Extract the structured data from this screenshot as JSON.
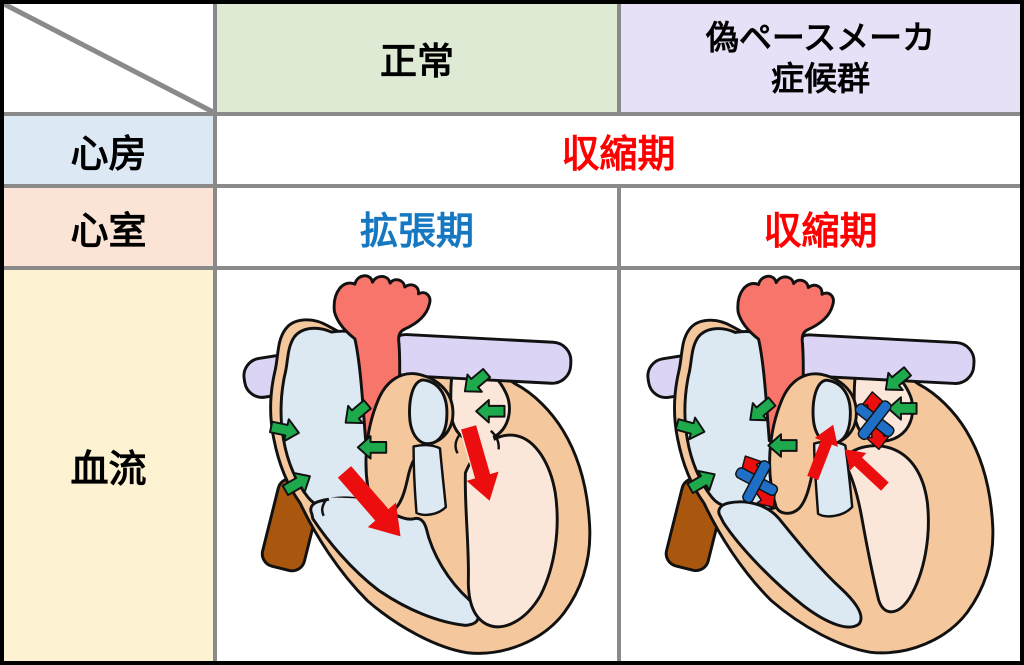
{
  "table": {
    "columns": {
      "normal": "正常",
      "pps_line1": "偽ペースメーカ",
      "pps_line2": "症候群"
    },
    "row_atrium": {
      "label": "心房",
      "merged_value": "収縮期"
    },
    "row_ventricle": {
      "label": "心室",
      "normal_value": "拡張期",
      "pps_value": "収縮期"
    },
    "row_bloodflow": {
      "label": "血流"
    }
  },
  "colors": {
    "grid_line": "#8a8a8a",
    "outer_border": "#000000",
    "header_normal_bg": "#dfead4",
    "header_pps_bg": "#e7e0f6",
    "atrium_label_bg": "#dce8f4",
    "ventricle_label_bg": "#fbe4d5",
    "bloodflow_label_bg": "#fdf3d2",
    "systole_text": "#ff0000",
    "diastole_text": "#1778c2",
    "heart_wall": "#f5c79d",
    "right_heart_blood": "#dce8f2",
    "left_heart_blood": "#fae7da",
    "aorta": "#f8756c",
    "pulmonary_vessel": "#dbd4f4",
    "vena_cava_brown": "#a9560e",
    "inflow_arrow_green": "#1ea94c",
    "flow_arrow_red": "#ec0e0e",
    "blocked_x_blue": "#1e6fc5"
  },
  "diagrams": {
    "normal": {
      "column": "正常",
      "atrium_phase": "収縮期",
      "ventricle_phase": "拡張期",
      "icons": [
        "inflow-arrow-green",
        "filling-arrow-red"
      ]
    },
    "pps": {
      "column": "偽ペースメーカ症候群",
      "atrium_phase": "収縮期",
      "ventricle_phase": "収縮期",
      "icons": [
        "inflow-arrow-green",
        "ejection-arrow-red",
        "blocked-valve-x-blue"
      ]
    }
  }
}
